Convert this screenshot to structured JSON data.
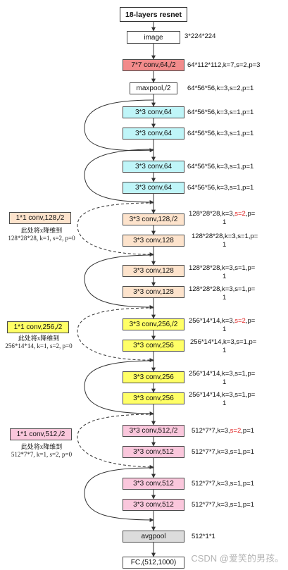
{
  "title": "18-layers resnet",
  "colors": {
    "red": "#f28b8b",
    "cyan": "#bff5f8",
    "peach": "#fde3cc",
    "yellow": "#ffff66",
    "pink": "#fac7dc",
    "gray": "#dcdcdc",
    "white": "#ffffff"
  },
  "layers": {
    "image": {
      "label": "image",
      "info": "3*224*224"
    },
    "conv1": {
      "label": "7*7 conv,64,/2",
      "info": "64*112*112,k=7,s=2,p=3"
    },
    "maxpool": {
      "label": "maxpool,/2",
      "info": "64*56*56,k=3,s=2,p=1"
    },
    "c64_1": {
      "label": "3*3 conv,64",
      "info": "64*56*56,k=3,s=1,p=1"
    },
    "c64_2": {
      "label": "3*3 conv,64",
      "info": "64*56*56,k=3,s=1,p=1"
    },
    "c64_3": {
      "label": "3*3 conv,64",
      "info": "64*56*56,k=3,s=1,p=1"
    },
    "c64_4": {
      "label": "3*3 conv,64",
      "info": "64*56*56,k=3,s=1,p=1"
    },
    "c128_1": {
      "label": "3*3 conv,128,/2",
      "info_pre": "128*28*28,k=3,",
      "info_hl": "s=2",
      "info_post": ",p=",
      "info_line2": "1"
    },
    "c128_2": {
      "label": "3*3 conv,128",
      "info": "128*28*28,k=3,s=1,p=",
      "info_line2": "1"
    },
    "c128_3": {
      "label": "3*3 conv,128",
      "info": "128*28*28,k=3,s=1,p=",
      "info_line2": "1"
    },
    "c128_4": {
      "label": "3*3 conv,128",
      "info": "128*28*28,k=3,s=1,p=",
      "info_line2": "1"
    },
    "c256_1": {
      "label": "3*3 conv,256,/2",
      "info_pre": "256*14*14,k=3,",
      "info_hl": "s=2",
      "info_post": ",p=",
      "info_line2": "1"
    },
    "c256_2": {
      "label": "3*3 conv,256",
      "info": "256*14*14,k=3,s=1,p=",
      "info_line2": "1"
    },
    "c256_3": {
      "label": "3*3 conv,256",
      "info": "256*14*14,k=3,s=1,p=",
      "info_line2": "1"
    },
    "c256_4": {
      "label": "3*3 conv,256",
      "info": "256*14*14,k=3,s=1,p=",
      "info_line2": "1"
    },
    "c512_1": {
      "label": "3*3 conv,512,/2",
      "info_pre": "512*7*7,k=3,",
      "info_hl": "s=2",
      "info_post": ",p=1"
    },
    "c512_2": {
      "label": "3*3 conv,512",
      "info": "512*7*7,k=3,s=1,p=1"
    },
    "c512_3": {
      "label": "3*3 conv,512",
      "info": "512*7*7,k=3,s=1,p=1"
    },
    "c512_4": {
      "label": "3*3 conv,512",
      "info": "512*7*7,k=3,s=1,p=1"
    },
    "avgpool": {
      "label": "avgpool",
      "info": "512*1*1"
    },
    "fc": {
      "label": "FC,(512,1000)"
    }
  },
  "shortcuts": {
    "s128": {
      "label": "1*1 conv,128,/2",
      "note1": "此处将x降维到",
      "note2": "128*28*28, k=1, s=2, p=0"
    },
    "s256": {
      "label": "1*1 conv,256,/2",
      "note1": "此处将x降维到",
      "note2": "256*14*14, k=1, s=2, p=0"
    },
    "s512": {
      "label": "1*1 conv,512,/2",
      "note1": "此处将x降维到",
      "note2": "512*7*7, k=1, s=2, p=0"
    }
  },
  "watermark": "CSDN @爱笑的男孩。"
}
